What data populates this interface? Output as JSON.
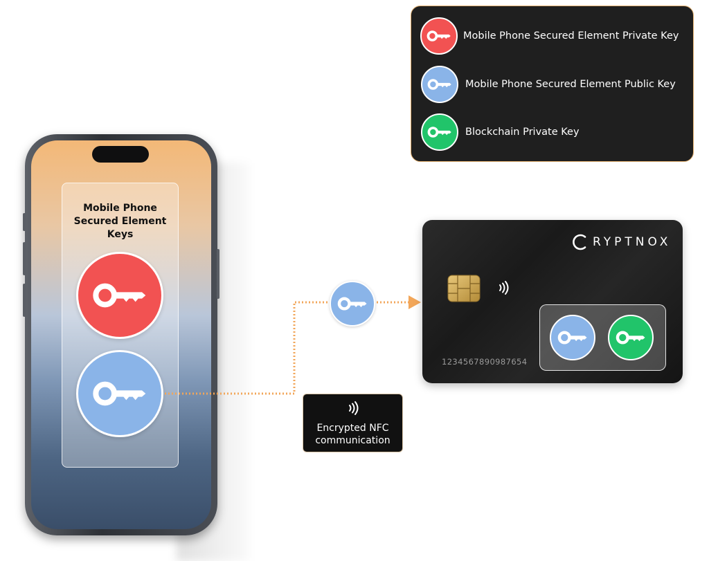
{
  "colors": {
    "private_key_red": "#f25252",
    "public_key_blue": "#8ab4e8",
    "blockchain_key_green": "#21c46a",
    "legend_border": "#e3b06f",
    "arrow_orange": "#f2a659"
  },
  "legend": {
    "items": [
      {
        "label": "Mobile Phone Secured Element Private Key",
        "icon": "key-icon",
        "color": "#f25252"
      },
      {
        "label": "Mobile Phone Secured Element Public Key",
        "icon": "key-icon",
        "color": "#8ab4e8"
      },
      {
        "label": "Blockchain Private Key",
        "icon": "key-icon",
        "color": "#21c46a"
      }
    ]
  },
  "phone": {
    "panel_title_lines": [
      "Mobile Phone",
      "Secured Element",
      "Keys"
    ],
    "keys": [
      {
        "type": "private",
        "icon": "key-icon",
        "color": "#f25252"
      },
      {
        "type": "public",
        "icon": "key-icon",
        "color": "#8ab4e8"
      }
    ]
  },
  "connection": {
    "transit_key": {
      "type": "public",
      "icon": "key-icon",
      "color": "#8ab4e8"
    },
    "nfc_icon": "nfc-wave-icon",
    "nfc_label_lines": [
      "Encrypted NFC",
      "communication"
    ]
  },
  "card": {
    "brand": "RYPTNOX",
    "brand_logo_icon": "crescent-c-logo",
    "number": "1234567890987654",
    "chip_icon": "smartcard-chip-icon",
    "contactless_icon": "nfc-wave-icon",
    "keys": [
      {
        "type": "public",
        "icon": "key-icon",
        "color": "#8ab4e8"
      },
      {
        "type": "blockchain",
        "icon": "key-icon",
        "color": "#21c46a"
      }
    ]
  }
}
